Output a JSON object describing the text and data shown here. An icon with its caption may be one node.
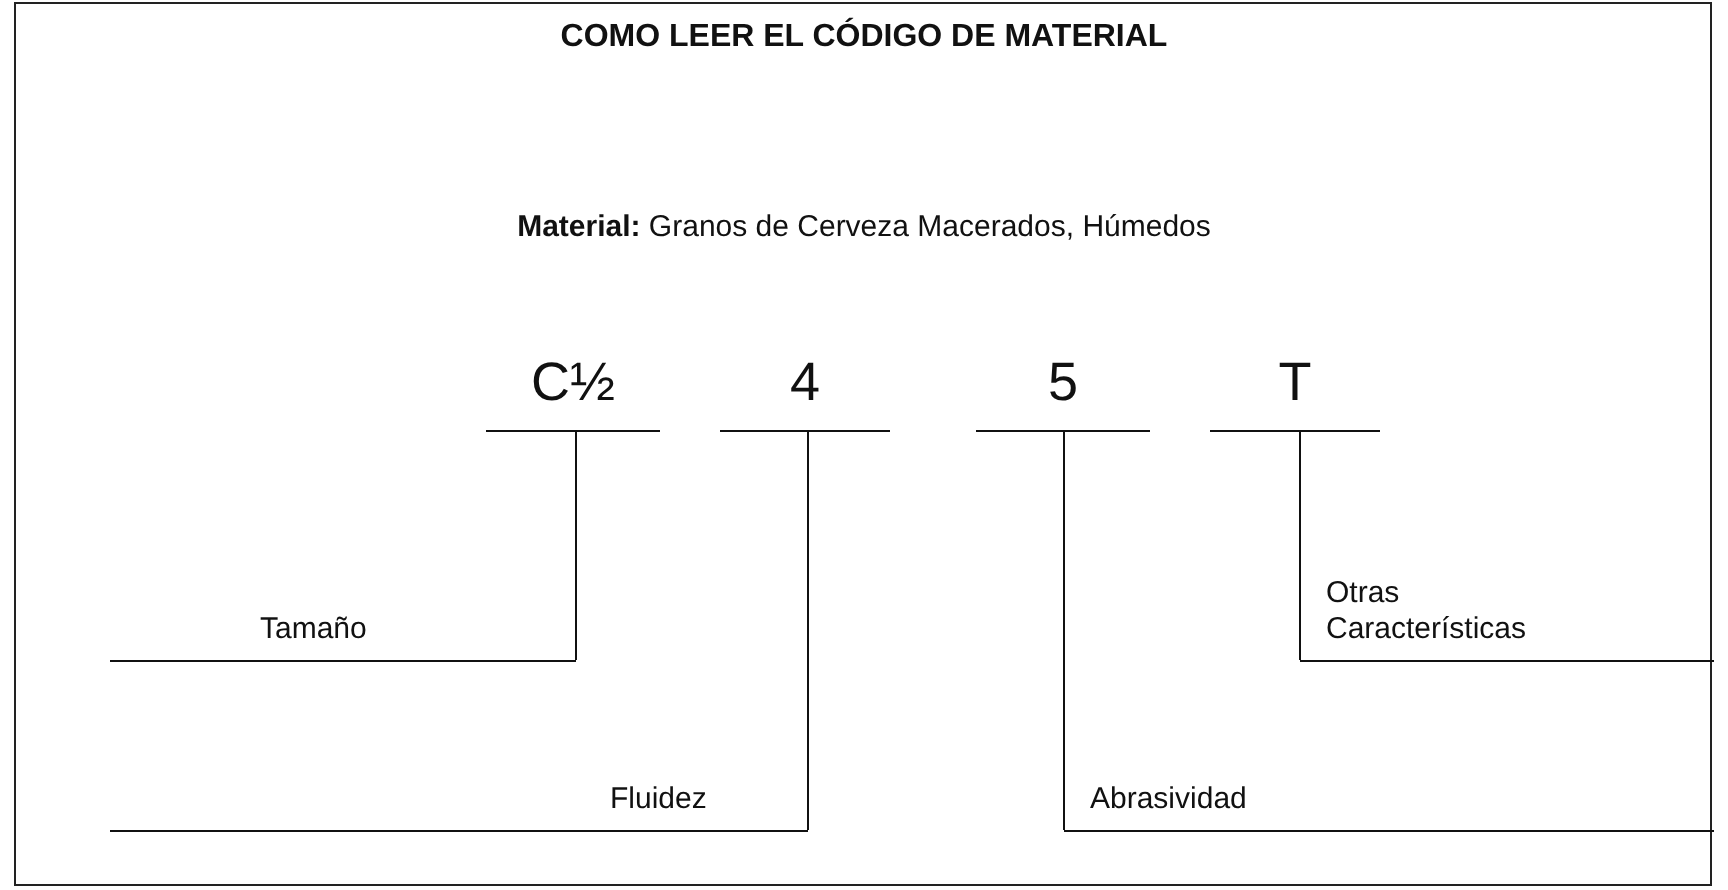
{
  "diagram": {
    "title": "COMO LEER EL CÓDIGO DE MATERIAL",
    "nodes": [
      {
        "text": [
          "C½"
        ]
      },
      {
        "text": [
          "4"
        ]
      },
      {
        "text": [
          "5"
        ]
      },
      {
        "text": [
          "T"
        ]
      },
      {
        "text": [
          "Tamaño"
        ]
      },
      {
        "text": [
          "Otras Características"
        ]
      },
      {
        "text": [
          "Fluidez"
        ]
      },
      {
        "text": [
          "Abrasividad"
        ]
      }
    ],
    "edges": [
      {
        "from": 0,
        "to": 4,
        "arrow": "none"
      },
      {
        "from": 1,
        "to": 6,
        "arrow": "none"
      },
      {
        "from": 2,
        "to": 7,
        "arrow": "none"
      },
      {
        "from": 3,
        "to": 5,
        "arrow": "none"
      }
    ],
    "labels": [
      "**Material:** Granos de Cerveza Macerados, Húmedos"
    ]
  }
}
